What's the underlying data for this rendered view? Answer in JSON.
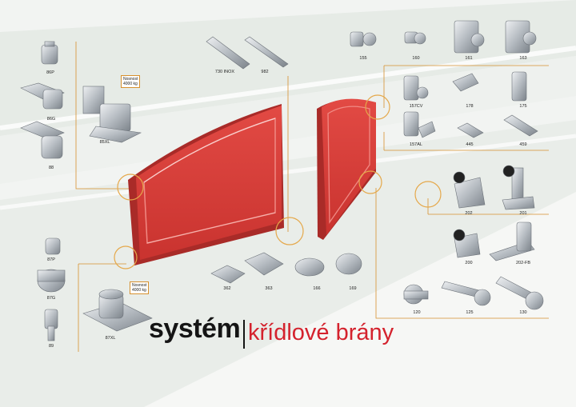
{
  "title": {
    "word1": "systém",
    "word2": "křídlové brány"
  },
  "badges": {
    "b1": "Nosnost\n4000 kg",
    "b2": "Nosnost\n4000 kg"
  },
  "parts": {
    "p86P": "86P",
    "p86G": "86G",
    "p88": "88",
    "p85XL": "85XL",
    "p730": "730 INOX",
    "p982": "982",
    "p155": "155",
    "p160": "160",
    "p161": "161",
    "p163": "163",
    "p157CV": "157CV",
    "p178": "178",
    "p175": "175",
    "p157AL": "157AL",
    "p445": "445",
    "p459": "459",
    "p202": "202",
    "p201": "201",
    "p200": "200",
    "p202FB": "202-FB",
    "p120": "120",
    "p125": "125",
    "p130": "130",
    "p87P": "87P",
    "p87G": "87G",
    "p89": "89",
    "p87XL": "87XL",
    "p362": "362",
    "p363": "363",
    "p166": "166",
    "p169": "169"
  },
  "colors": {
    "gate": "#d8403c",
    "gate_dark": "#a82a27",
    "leader": "#d6902e",
    "title_red": "#d4222d",
    "metal": "#b9bec3"
  }
}
